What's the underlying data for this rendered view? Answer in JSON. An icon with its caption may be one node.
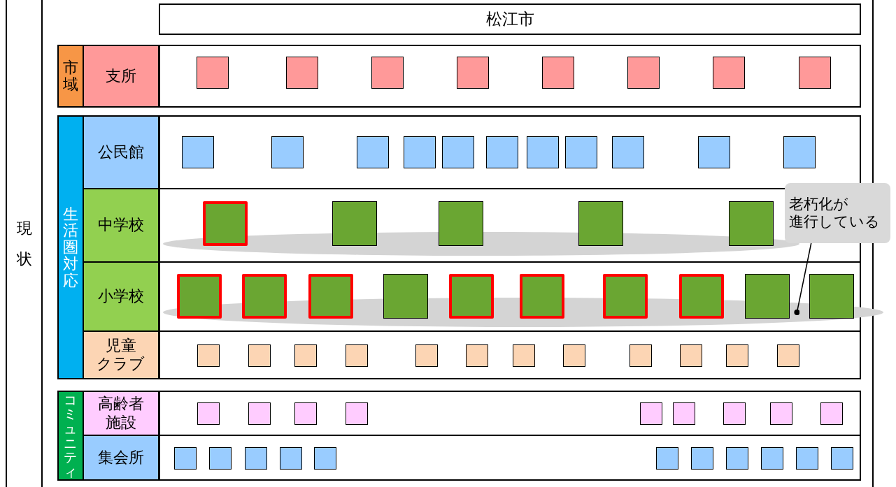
{
  "diagram": {
    "nodes": [
      {
        "text": [
          "現状"
        ]
      },
      {
        "text": [
          "松江市"
        ]
      },
      {
        "text": [
          "市域"
        ]
      },
      {
        "text": [
          "支所"
        ]
      },
      {
        "text": [
          "生活圏対応"
        ]
      },
      {
        "text": [
          "公民館"
        ]
      },
      {
        "text": [
          "中学校"
        ]
      },
      {
        "text": [
          "小学校"
        ]
      },
      {
        "text": [
          "児童クラブ"
        ]
      },
      {
        "text": [
          "コミュニティ"
        ]
      },
      {
        "text": [
          "高齢者施設"
        ]
      },
      {
        "text": [
          "集会所"
        ]
      },
      {
        "text": [],
        "shape": "ellipse"
      },
      {
        "text": [],
        "shape": "ellipse"
      },
      {
        "text": [
          "老朽化が進行している"
        ]
      }
    ],
    "edges": [
      {
        "from": 14,
        "to": 13,
        "arrow": "other"
      }
    ]
  }
}
